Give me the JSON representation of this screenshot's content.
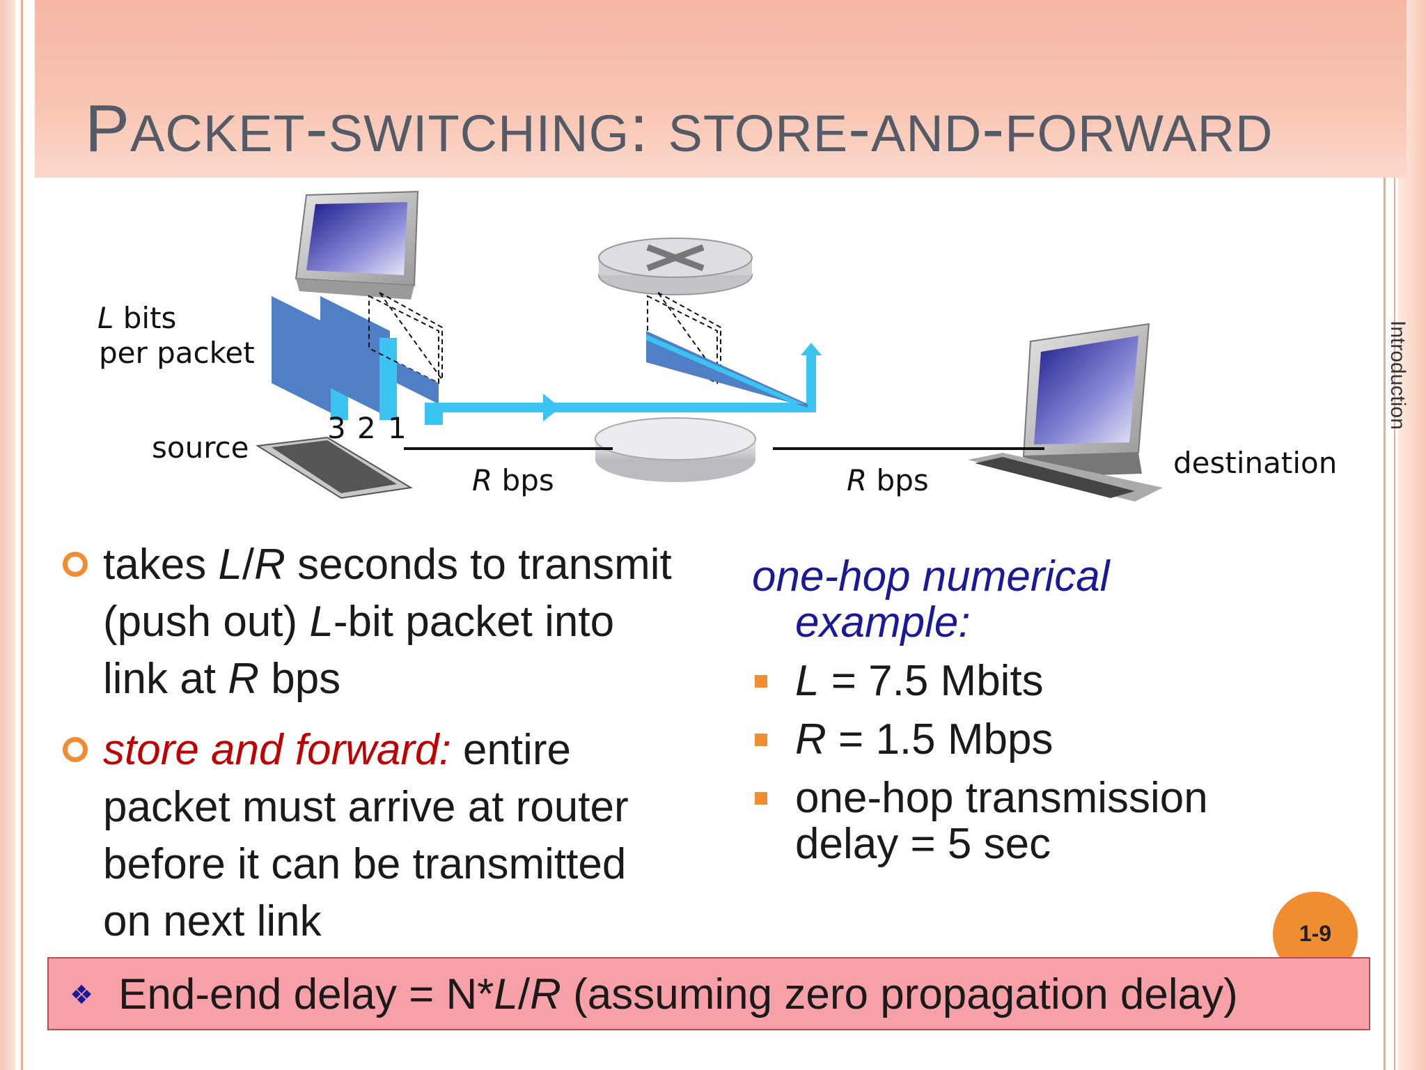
{
  "slide": {
    "title_first": "P",
    "title_rest1": "ACKET",
    "title_dash1": "-",
    "title_rest2": "SWITCHING",
    "title_colon": ": ",
    "title_rest3": "STORE",
    "title_dash2": "-",
    "title_rest4": "AND",
    "title_dash3": "-",
    "title_rest5": "FORWARD",
    "side_label": "Introduction",
    "page_number": "1-9"
  },
  "diagram": {
    "packet_label_italic": "L",
    "packet_label_line1": " bits",
    "packet_label_line2": "per packet",
    "source_label": "source",
    "destination_label": "destination",
    "link1_rate_italic": "R",
    "link1_rate": " bps",
    "link2_rate_italic": "R",
    "link2_rate": " bps",
    "packet_numbers": [
      "3",
      "2",
      "1"
    ]
  },
  "left_bullets": {
    "b1_part1": "takes ",
    "b1_L": "L",
    "b1_slash": "/",
    "b1_R": "R",
    "b1_part2": " seconds to transmit (push out) ",
    "b1_L2": "L",
    "b1_part3": "-bit packet into link at ",
    "b1_R2": "R",
    "b1_part4": " bps",
    "b2_red": "store and forward:",
    "b2_rest": " entire packet must  arrive at router before it can be transmitted on next link"
  },
  "right_col": {
    "heading_line1": "one-hop numerical",
    "heading_line2": "example:",
    "item1_var": "L",
    "item1_rest": " = 7.5 Mbits",
    "item2_var": "R",
    "item2_rest": " = 1.5 Mbps",
    "item3_line1": "one-hop transmission",
    "item3_line2": "delay = 5 sec"
  },
  "summary": {
    "bullet": "❖",
    "text_part1": "End-end delay = N*",
    "text_L": "L",
    "text_slash": "/",
    "text_R": "R",
    "text_part2": " (assuming zero propagation delay)"
  },
  "colors": {
    "title_gradient": "#f6b8a4",
    "accent_orange": "#f08c32",
    "packet_blue": "#4f7fc4",
    "link_cyan": "#3bc4f2",
    "heading_blue": "#1a1a99",
    "emphasis_red": "#c00000",
    "summary_bg": "#f8a0a8"
  }
}
